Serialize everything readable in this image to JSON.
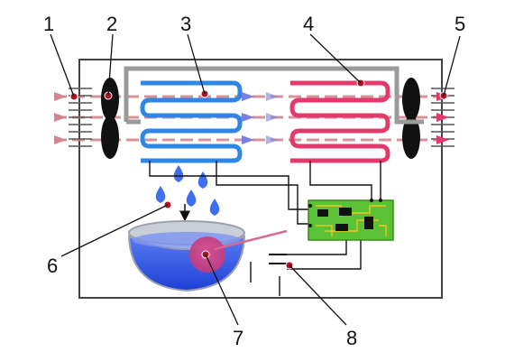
{
  "colors": {
    "background": "#ffffff",
    "frame": "#444444",
    "wire": "#111111",
    "pipe": "#9a9a9a",
    "cold_coil": "#2f86e6",
    "cold_coil_dark": "#1a5fb8",
    "hot_coil": "#e23a6a",
    "airflow": "#d2868f",
    "airflow_arrow": "#7b7fe0",
    "fan": "#111111",
    "droplet": "#3f6ff0",
    "water": "#2f4ee8",
    "pan": "#b8bfcc",
    "float": "#dd3f8f",
    "board": "#5bc235",
    "board_trace": "#f2c21e",
    "marker": "#b01020"
  },
  "icons": {
    "left_fan": "axial-fan-icon",
    "right_fan": "axial-fan-icon",
    "droplet": "water-droplet-icon",
    "chip": "ic-chip-icon",
    "switch": "relay-switch-icon"
  },
  "labels": {
    "n1": "1",
    "n2": "2",
    "n3": "3",
    "n4": "4",
    "n5": "5",
    "n6": "6",
    "n7": "7",
    "n8": "8"
  }
}
